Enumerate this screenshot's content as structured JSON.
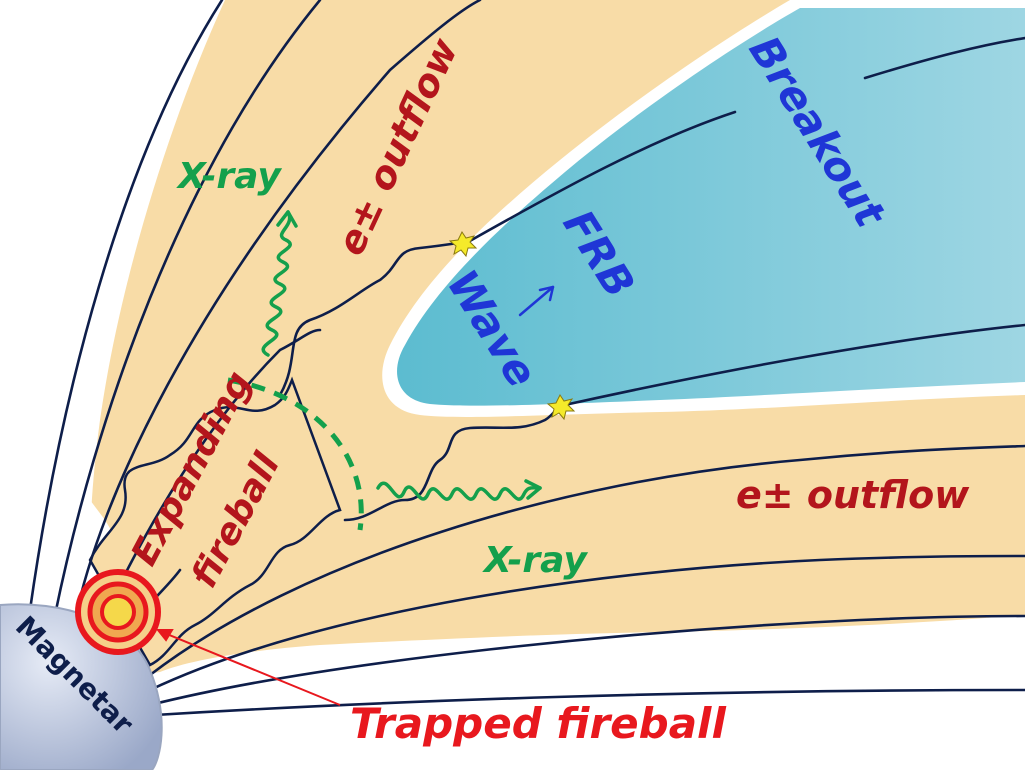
{
  "labels": {
    "breakout": "Breakout",
    "frb": "FRB",
    "wave": "Wave",
    "outflow_top": "e± outflow",
    "outflow_right": "e± outflow",
    "xray_top": "X-ray",
    "xray_bottom": "X-ray",
    "expanding": "Expanding",
    "fireball": "fireball",
    "trapped_fireball": "Trapped fireball",
    "magnetar": "Magnetar"
  },
  "colors": {
    "outflow_fill": "#f7dba6",
    "breakout_fill": "#7fc9d8",
    "field_line": "#0e1e4a",
    "xray_green": "#14a04c",
    "label_red": "#b3151c",
    "callout_red": "#e8181e",
    "wave_blue": "#1f36d6",
    "magnetar_fill": "#bfc9de",
    "spark_yellow": "#f5ea2a"
  }
}
